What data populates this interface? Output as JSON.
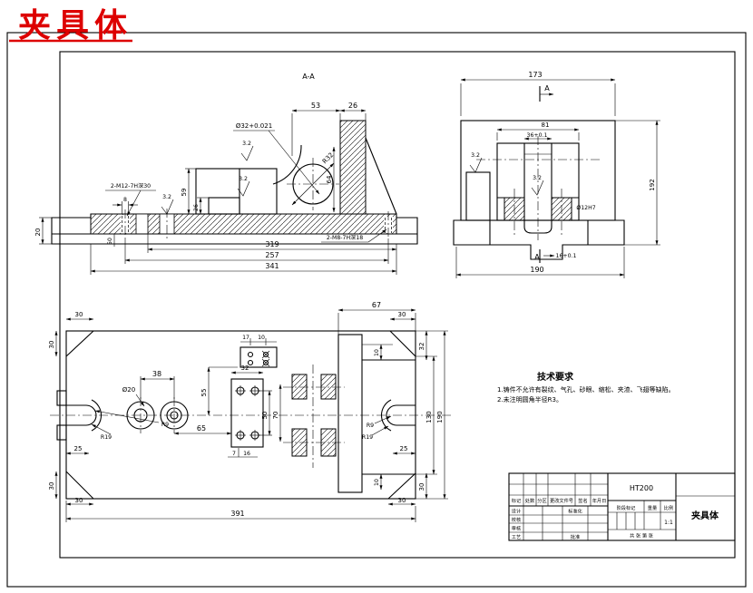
{
  "page": {
    "title": "夹具体",
    "accent_color": "#dd0000",
    "line_color": "#000000",
    "bg_color": "#ffffff"
  },
  "section_view": {
    "label": "A-A",
    "dims": {
      "w53": "53",
      "w26": "26",
      "h59": "59",
      "h26": "26",
      "h20": "20",
      "w8": "8",
      "h50": "50",
      "l319": "319",
      "l257": "257",
      "l341": "341",
      "h64": "64",
      "hole": "Ø32+0.021",
      "r": "R32",
      "m12": "2-M12-7H深30",
      "m8": "2-M8-7H深18",
      "ra": "3.2"
    }
  },
  "front_view": {
    "dims": {
      "w173": "173",
      "w81": "81",
      "slot": "36+0.1",
      "h192": "192",
      "w190": "190",
      "slot16": "16+0.1",
      "bush": "Ø12H7",
      "a": "A",
      "ra": "3.2"
    }
  },
  "plan_view": {
    "dims": {
      "c30": "30",
      "l25": "25",
      "l391": "391",
      "s38": "38",
      "s65": "65",
      "s55": "55",
      "s32": "32",
      "s50": "50",
      "s70": "70",
      "s7": "7",
      "s16": "16",
      "s17": "17",
      "s10t": "10",
      "w67": "67",
      "h130": "130",
      "h190": "190",
      "t10": "10",
      "hole": "Ø20",
      "r9": "R9",
      "r19": "R19",
      "h32": "32"
    }
  },
  "tech": {
    "title": "技术要求",
    "line1": "1.铸件不允许有裂纹、气孔、砂眼、缩松、夹渣、飞翅等缺陷。",
    "line2": "2.未注明圆角半径R3。"
  },
  "title_block": {
    "material": "HT200",
    "part": "夹具体",
    "scale": "1:1",
    "rev": [
      "标记",
      "处数",
      "分区",
      "更改文件号",
      "签名",
      "年月日"
    ],
    "sig": [
      "设计",
      "校核",
      "审核",
      "工艺"
    ],
    "std": "标准化",
    "approve": "批准",
    "stage": "阶段标记",
    "weight": "重量",
    "ratio": "比例",
    "sheet": "共 张 第 张"
  }
}
